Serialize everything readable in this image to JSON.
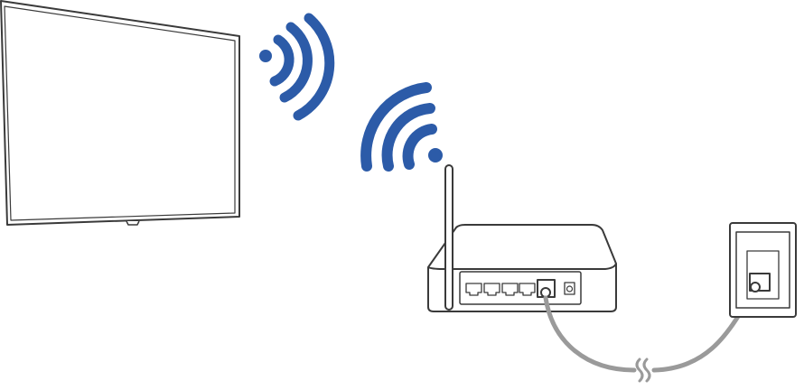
{
  "colors": {
    "wifi": "#2c5ba8",
    "outline": "#3a3a3a",
    "cable": "#9a9a9a",
    "device_fill": "#ffffff"
  },
  "icons": [
    "tv",
    "wifi-signal",
    "wireless-router",
    "lan-cable",
    "wall-lan-port"
  ]
}
